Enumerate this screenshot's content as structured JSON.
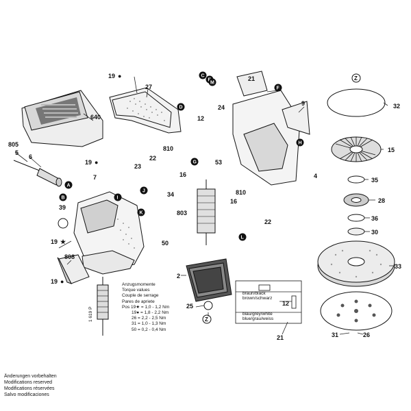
{
  "part_labels": [
    {
      "id": "805",
      "text": "805"
    },
    {
      "id": "5",
      "text": "5"
    },
    {
      "id": "6",
      "text": "6"
    },
    {
      "id": "640",
      "text": "640"
    },
    {
      "id": "19a",
      "text": "19"
    },
    {
      "id": "27",
      "text": "27"
    },
    {
      "id": "12a",
      "text": "12"
    },
    {
      "id": "21a",
      "text": "21"
    },
    {
      "id": "24",
      "text": "24"
    },
    {
      "id": "9",
      "text": "9"
    },
    {
      "id": "32",
      "text": "32"
    },
    {
      "id": "15",
      "text": "15"
    },
    {
      "id": "4",
      "text": "4"
    },
    {
      "id": "35",
      "text": "35"
    },
    {
      "id": "28",
      "text": "28"
    },
    {
      "id": "36",
      "text": "36"
    },
    {
      "id": "30",
      "text": "30"
    },
    {
      "id": "33",
      "text": "33"
    },
    {
      "id": "31",
      "text": "31"
    },
    {
      "id": "26",
      "text": "26"
    },
    {
      "id": "19b",
      "text": "19"
    },
    {
      "id": "7",
      "text": "7"
    },
    {
      "id": "23",
      "text": "23"
    },
    {
      "id": "22a",
      "text": "22"
    },
    {
      "id": "16a",
      "text": "16"
    },
    {
      "id": "810a",
      "text": "810"
    },
    {
      "id": "34",
      "text": "34"
    },
    {
      "id": "53",
      "text": "53"
    },
    {
      "id": "803",
      "text": "803"
    },
    {
      "id": "810b",
      "text": "810"
    },
    {
      "id": "16b",
      "text": "16"
    },
    {
      "id": "22b",
      "text": "22"
    },
    {
      "id": "39",
      "text": "39"
    },
    {
      "id": "19c",
      "text": "19"
    },
    {
      "id": "808",
      "text": "808"
    },
    {
      "id": "19d",
      "text": "19"
    },
    {
      "id": "50",
      "text": "50"
    },
    {
      "id": "2",
      "text": "2"
    },
    {
      "id": "25",
      "text": "25"
    },
    {
      "id": "12b",
      "text": "12"
    },
    {
      "id": "21b",
      "text": "21"
    }
  ],
  "letter_markers": [
    "A",
    "B",
    "C",
    "D",
    "E",
    "F",
    "G",
    "H",
    "I",
    "J",
    "K",
    "L",
    "M"
  ],
  "z_marker": "Z",
  "marker_symbols": {
    "star": "★",
    "dot": "●"
  },
  "torque_table": {
    "title_de": "Anzugsmomente",
    "title_en": "Torque values",
    "title_fr": "Couple de serrage",
    "title_es": "Pares de apriete",
    "header_pos": "Pos",
    "rows": [
      {
        "pos": "19★",
        "value": "= 1,0 - 1,2 Nm"
      },
      {
        "pos": "19●",
        "value": "= 1,8 - 2,2 Nm"
      },
      {
        "pos": "26",
        "value": "= 2,2 - 2,5 Nm"
      },
      {
        "pos": "31",
        "value": "= 1,0 - 1,3 Nm"
      },
      {
        "pos": "50",
        "value": "= 0,2 - 0,4 Nm"
      }
    ]
  },
  "notes": [
    "Änderungen vorbehalten",
    "Modifications reserved",
    "Modifications réservées",
    "Salvo modificaciones"
  ],
  "wiring_labels": {
    "brown_black_top": "braun/black",
    "brown_black_top2": "brown/schwarz",
    "blue_grey": "blau/grey/white",
    "blue_grey2": "blue/grau/weiss"
  },
  "armature_code": "1 619 P",
  "colors": {
    "ink": "#111111",
    "marker_fill": "#111111",
    "background": "#ffffff"
  }
}
